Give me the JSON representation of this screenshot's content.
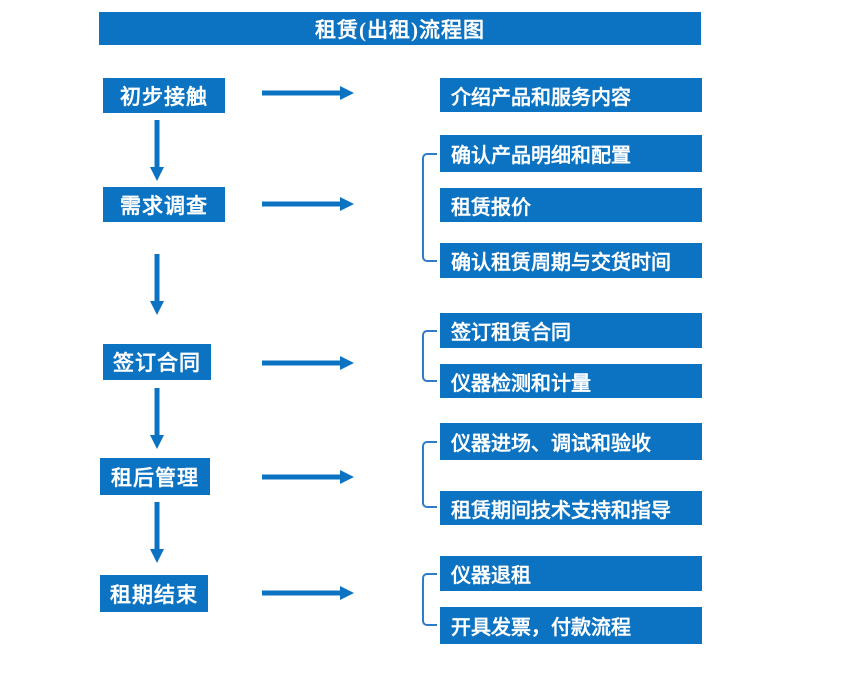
{
  "title": "租赁(出租)流程图",
  "colors": {
    "primary": "#0c72c2",
    "bracket": "#2f7bc8",
    "text_on_primary": "#ffffff",
    "background": "#ffffff"
  },
  "steps": [
    {
      "label": "初步接触",
      "details": [
        "介绍产品和服务内容"
      ]
    },
    {
      "label": "需求调查",
      "details": [
        "确认产品明细和配置",
        "租赁报价",
        "确认租赁周期与交货时间"
      ]
    },
    {
      "label": "签订合同",
      "details": [
        "签订租赁合同",
        "仪器检测和计量"
      ]
    },
    {
      "label": "租后管理",
      "details": [
        "仪器进场、调试和验收",
        "租赁期间技术支持和指导"
      ]
    },
    {
      "label": "租期结束",
      "details": [
        "仪器退租",
        "开具发票，付款流程"
      ]
    }
  ]
}
